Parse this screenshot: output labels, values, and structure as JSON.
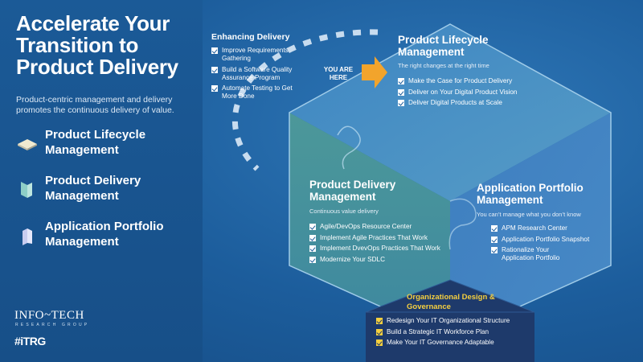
{
  "header": {
    "title": "Accelerate Your Transition to Product Delivery",
    "subtitle": "Product-centric management and delivery promotes the continuous delivery of value."
  },
  "legend": [
    {
      "label": "Product Lifecycle Management",
      "icon": "puzzle-piece-top-icon"
    },
    {
      "label": "Product Delivery Management",
      "icon": "puzzle-piece-left-icon"
    },
    {
      "label": "Application Portfolio Management",
      "icon": "puzzle-piece-right-icon"
    }
  ],
  "enhancing": {
    "title": "Enhancing Delivery",
    "items": [
      "Improve Requirements Gathering",
      "Build a Software Quality Assurance Program",
      "Automate Testing to Get More Done"
    ]
  },
  "marker": {
    "label": "YOU ARE HERE"
  },
  "plm": {
    "title": "Product Lifecycle Management",
    "tagline": "The right changes at the right time",
    "items": [
      "Make the Case for Product Delivery",
      "Deliver on Your Digital Product Vision",
      "Deliver Digital Products at Scale"
    ]
  },
  "pdm": {
    "title": "Product Delivery Management",
    "tagline": "Continuous value delivery",
    "items": [
      "Agile/DevOps Resource Center",
      "Implement Agile Practices That Work",
      "Implement DvevOps Practices That Work",
      "Modernize Your SDLC"
    ]
  },
  "apm": {
    "title": "Application Portfolio Management",
    "tagline": "You can’t manage what you don’t know",
    "items": [
      "APM Research Center",
      "Application Portfolio Snapshot",
      "Rationalize Your Application Portfolio"
    ]
  },
  "org": {
    "title": "Organizational Design & Governance",
    "items": [
      "Redesign Your IT Organizational Structure",
      "Build a Strategic IT Workforce Plan",
      "Make Your IT Governance Adaptable"
    ]
  },
  "brand": {
    "name": "INFO~TECH",
    "sub": "RESEARCH GROUP",
    "tag": "#iTRG"
  },
  "colors": {
    "background": "#1d5c9b",
    "accent_gold": "#f5cf3f",
    "arrow_orange": "#f2a42c",
    "hex_teal": "#4f9a9a",
    "hex_blue": "#3f7fc0",
    "base_navy": "#1e3a6b"
  }
}
